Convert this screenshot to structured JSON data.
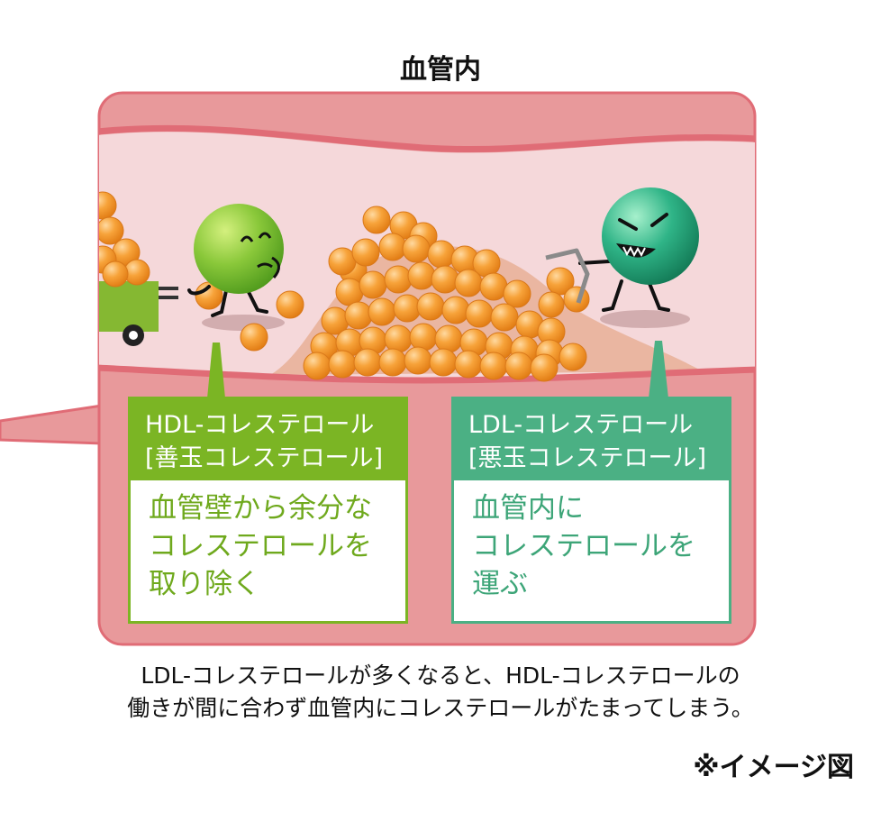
{
  "title": "血管内",
  "hdl": {
    "name": "HDL-コレステロール",
    "alias": "[善玉コレステロール]",
    "role": [
      "血管壁から余分な",
      "コレステロールを",
      "取り除く"
    ],
    "color": "#7bb524"
  },
  "ldl": {
    "name": "LDL-コレステロール",
    "alias": "[悪玉コレステロール]",
    "role": [
      "血管内に",
      "コレステロールを",
      "運ぶ"
    ],
    "color": "#4bb084"
  },
  "caption": [
    "LDL-コレステロールが多くなると、HDL-コレステロールの",
    "働きが間に合わず血管内にコレステロールがたまってしまう。"
  ],
  "note": "※イメージ図",
  "colors": {
    "vessel_wall": "#e8999b",
    "vessel_border": "#e06c76",
    "lumen": "#f5d8da",
    "plaque": "#e9b39a",
    "cholesterol": "#f39a2c"
  }
}
